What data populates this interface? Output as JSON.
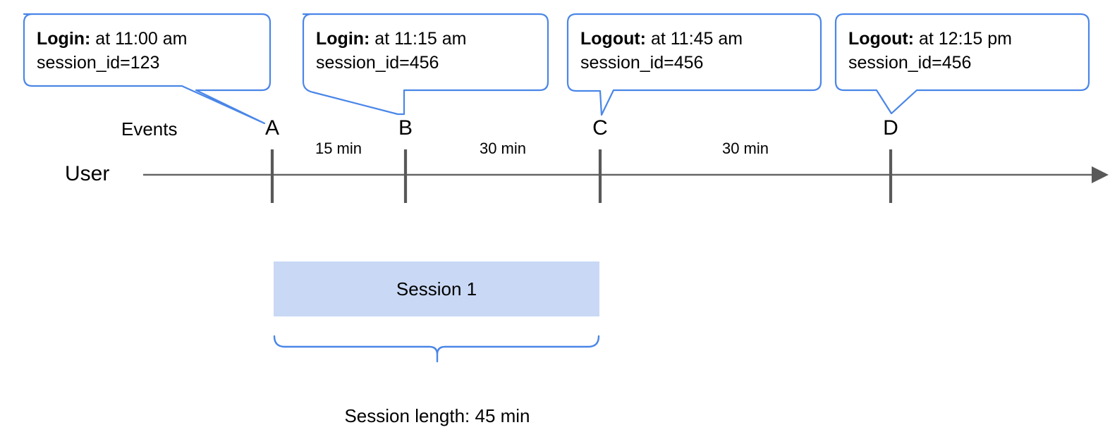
{
  "diagram": {
    "title_row": {
      "events_label": "Events",
      "user_label": "User"
    },
    "callouts": [
      {
        "id": "callout-a",
        "event_type": "Login:",
        "time_text": " at 11:00 am",
        "session_text": "session_id=123",
        "points_to": "A"
      },
      {
        "id": "callout-b",
        "event_type": "Login:",
        "time_text": " at 11:15 am",
        "session_text": "session_id=456",
        "points_to": "B"
      },
      {
        "id": "callout-c",
        "event_type": "Logout:",
        "time_text": " at 11:45 am",
        "session_text": "session_id=456",
        "points_to": "C"
      },
      {
        "id": "callout-d",
        "event_type": "Logout:",
        "time_text": " at 12:15 pm",
        "session_text": "session_id=456",
        "points_to": "D"
      }
    ],
    "markers": [
      {
        "label": "A"
      },
      {
        "label": "B"
      },
      {
        "label": "C"
      },
      {
        "label": "D"
      }
    ],
    "durations": [
      {
        "label": "15 min",
        "between": "A-B"
      },
      {
        "label": "30 min",
        "between": "B-C"
      },
      {
        "label": "30 min",
        "between": "C-D"
      }
    ],
    "session": {
      "bar_label": "Session 1",
      "length_caption": "Session length: 45 min"
    },
    "colors": {
      "callout_border": "#4a86e8",
      "brace": "#4a86e8",
      "session_fill": "#c9d9f5",
      "axis": "#666666",
      "tick": "#595959",
      "text": "#000000"
    }
  }
}
